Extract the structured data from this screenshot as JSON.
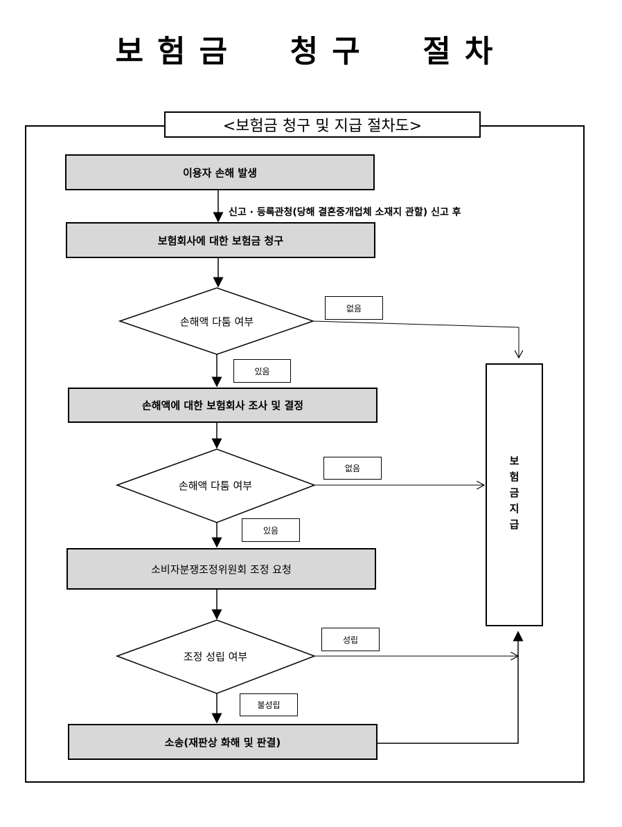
{
  "title": "보험금  청구  절차",
  "subtitle": "<보험금 청구 및 지급 절차도>",
  "steps": {
    "occurrence": "이용자 손해 발생",
    "claim": "보험회사에 대한 보험금 청구",
    "investigation": "손해액에 대한 보험회사 조사 및 결정",
    "mediation_request": "소비자분쟁조정위원회 조정 요청",
    "litigation": "소송(재판상 화해 및 판결)"
  },
  "note_after_occurrence": "신고 · 등록관청(당해 결혼중개업체 소재지 관할) 신고 후",
  "decisions": {
    "dispute_1": "손해액 다툼 여부",
    "dispute_2": "손해액 다툼 여부",
    "mediation": "조정 성립 여부"
  },
  "labels": {
    "none_1": "없음",
    "yes_1": "있음",
    "none_2": "없음",
    "yes_2": "있음",
    "established": "성립",
    "not_established": "불성립"
  },
  "payout": "보험금지급"
}
